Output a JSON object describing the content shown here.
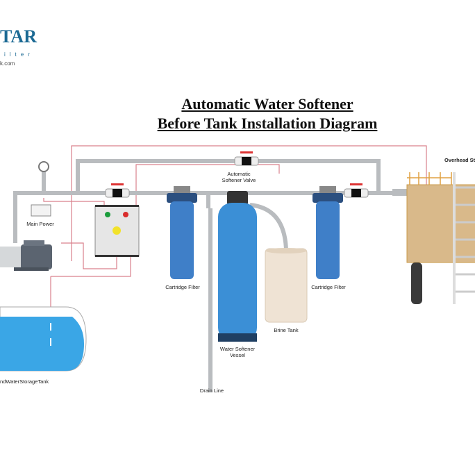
{
  "logo": {
    "name": "TAR",
    "tagline": "ilter",
    "url": "k.com"
  },
  "title": {
    "line1": "Automatic Water Softener",
    "line2": "Before Tank Installation Diagram"
  },
  "labels": {
    "overhead_tank": "Overhead St",
    "softener_valve": "Automatic Softener Valve",
    "main_power": "Main Power",
    "cartridge_filter_1": "Cartridge Filter",
    "cartridge_filter_2": "Cartridge Filter",
    "brine_tank": "Brine Tank",
    "softener_vessel": "Water Softener Vessel",
    "drain_line": "Drain Line",
    "underground_tank": "ndWaterStorageTank"
  },
  "colors": {
    "pipe": "#b9bcbf",
    "wire": "#d9808c",
    "filter": "#3f7fc8",
    "vessel": "#3b8fd6",
    "water": "#3aa6e6",
    "tank": "#d9b98a"
  }
}
